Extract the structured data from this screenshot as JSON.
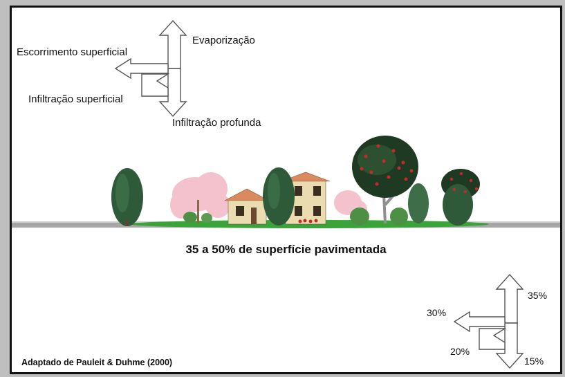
{
  "diagram": {
    "top_labels": {
      "evaporation": "Evaporização",
      "surface_runoff": "Escorrimento superficial",
      "surface_infiltration": "Infiltração superficial",
      "deep_infiltration": "Infiltração profunda"
    },
    "caption": "35 a 50% de superfície pavimentada",
    "percentages": {
      "evaporation": "35%",
      "surface_runoff": "30%",
      "surface_infiltration": "20%",
      "deep_infiltration": "15%"
    },
    "credit": "Adaptado de Pauleit & Duhme (2000)",
    "colors": {
      "background": "#bfbfbf",
      "panel": "#ffffff",
      "border": "#111111",
      "arrow_stroke": "#555555",
      "grass": "#3aa33a",
      "ground": "#a6a6a6",
      "tree_dark": "#2f5a3a",
      "blossom": "#f2bcc8",
      "house_wall": "#eadcb0",
      "roof": "#d98a5e",
      "berry": "#c8282a"
    }
  }
}
